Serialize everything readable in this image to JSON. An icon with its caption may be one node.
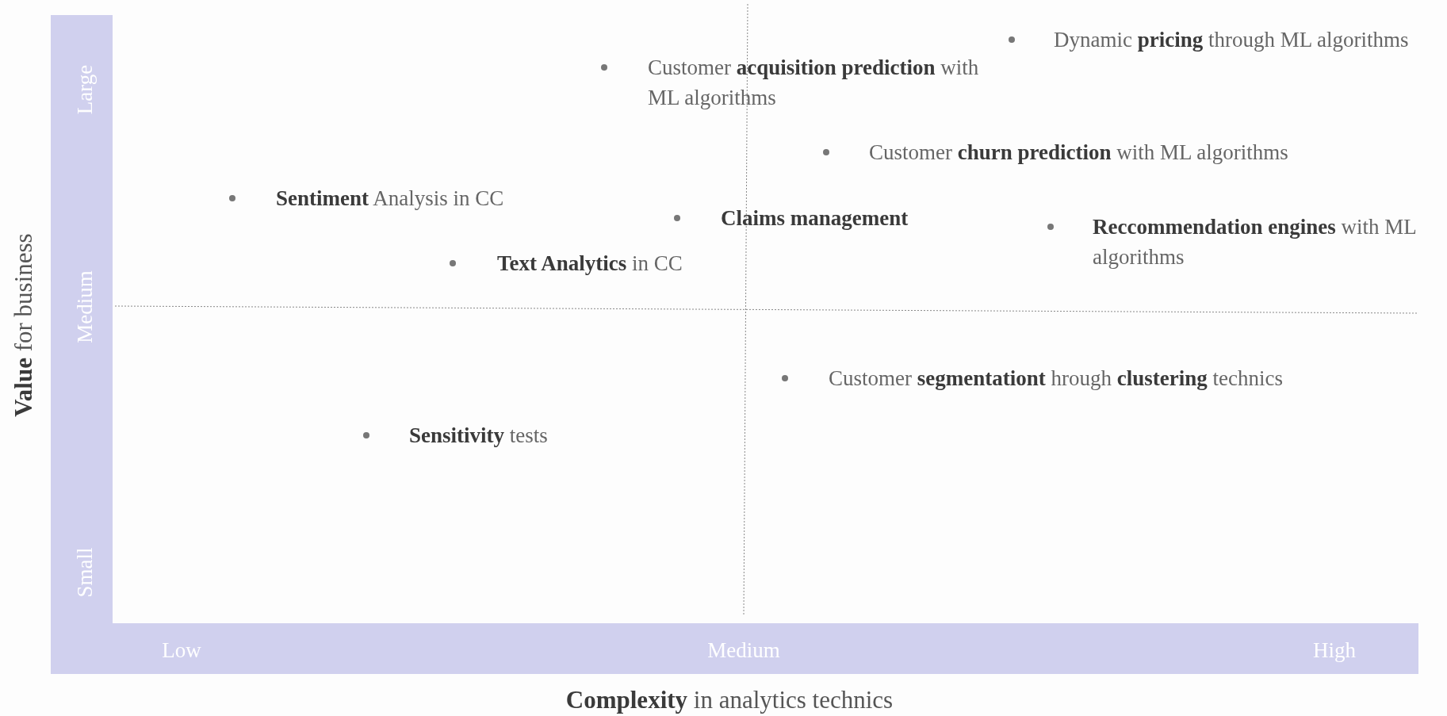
{
  "diagram": {
    "labels": [
      "Dynamic **pricing** through ML algorithms",
      "Customer **acquisition prediction** with ML algorithms",
      "Large",
      "Customer **churn prediction** with ML algorithms",
      "**Sentiment** Analysis in CC",
      "Claims management",
      "**Reccommendation engines** with ML algorithms",
      "**Text Analytics** in CC",
      "Medium",
      "**Value** for business",
      "Customer **segmentationt** hrough **clustering** technics",
      "**Sensitivity** tests",
      "Small",
      "Low",
      "Medium",
      "High",
      "**Complexity** in analytics technics"
    ]
  }
}
